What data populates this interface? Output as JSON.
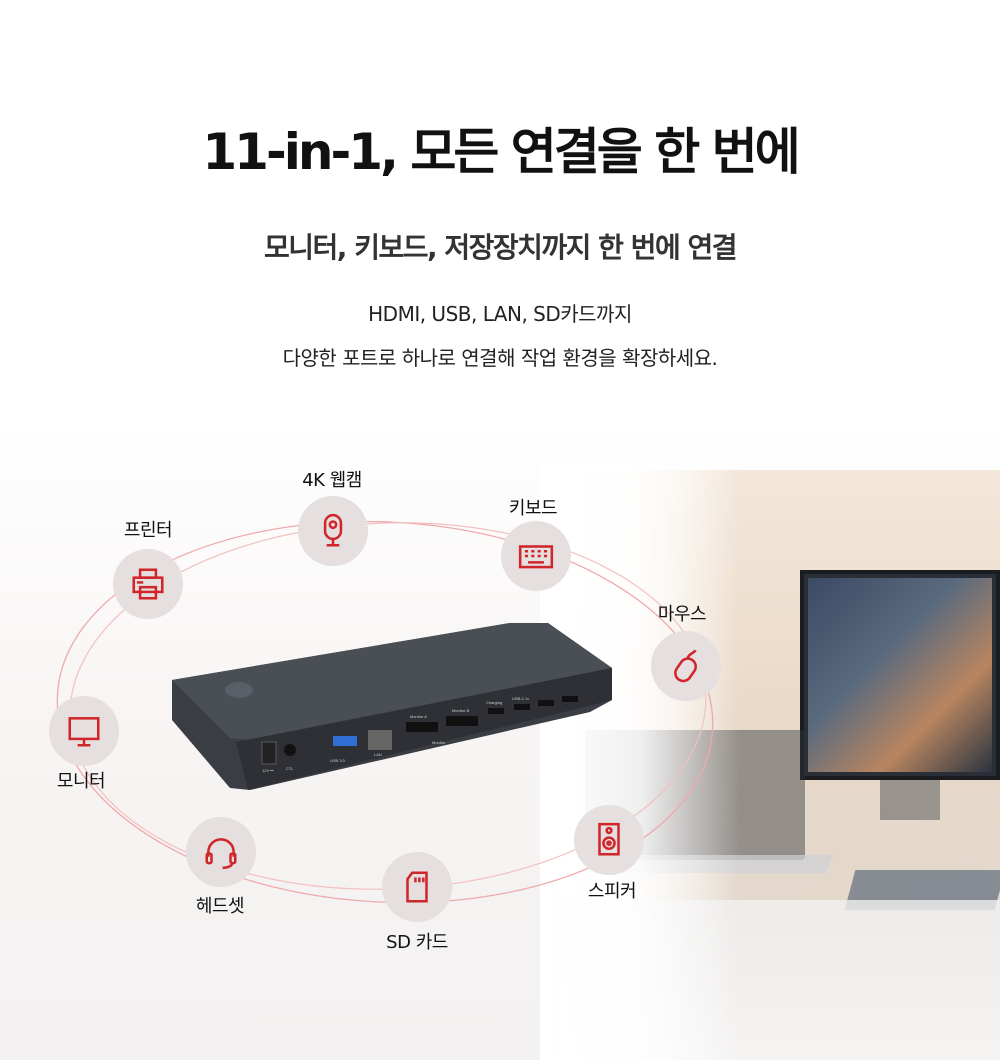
{
  "header": {
    "title": "11-in-1, 모든 연결을 한 번에",
    "subtitle": "모니터, 키보드, 저장장치까지 한 번에 연결",
    "desc_line1": "HDMI, USB, LAN, SD카드까지",
    "desc_line2": "다양한 포트로 하나로 연결해 작업 환경을 확장하세요."
  },
  "accent_color": "#d0262b",
  "devices": [
    {
      "label": "4K 웹캠",
      "icon": "webcam-icon"
    },
    {
      "label": "프린터",
      "icon": "printer-icon"
    },
    {
      "label": "키보드",
      "icon": "keyboard-icon"
    },
    {
      "label": "마우스",
      "icon": "mouse-icon"
    },
    {
      "label": "모니터",
      "icon": "monitor-icon"
    },
    {
      "label": "헤드셋",
      "icon": "headset-icon"
    },
    {
      "label": "SD 카드",
      "icon": "sd-card-icon"
    },
    {
      "label": "스피커",
      "icon": "speaker-icon"
    }
  ],
  "product_ports": {
    "power": "12V ⎓",
    "ctl": "CTL",
    "usb": "USB 3.0",
    "lan": "LAN",
    "hdmi_a": "Monitor A",
    "hdmi_b": "Monitor B",
    "hdmi_group": "Monitor",
    "charging": "Charging",
    "usbc_in": "USB-C In"
  }
}
